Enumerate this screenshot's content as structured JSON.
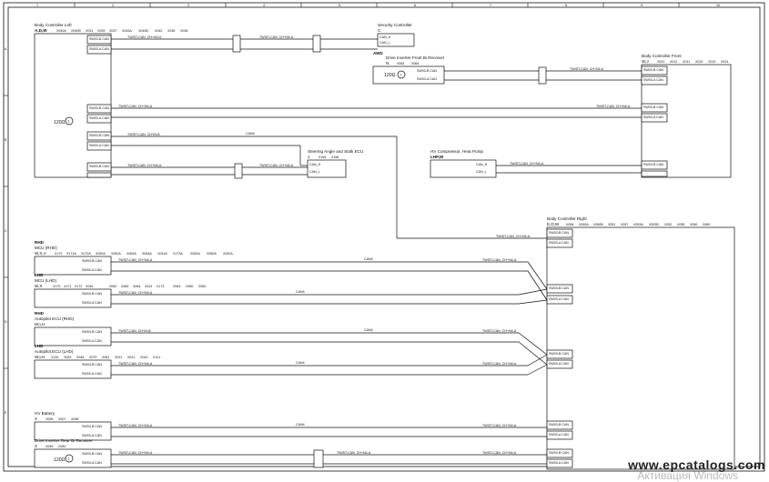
{
  "grid": {
    "cols": [
      "1",
      "2",
      "3",
      "4",
      "5",
      "6",
      "7",
      "8",
      "9",
      "10"
    ],
    "rows": [
      "A",
      "B",
      "C",
      "D",
      "E"
    ]
  },
  "modules": {
    "bcl": {
      "title": "Body Controller Left",
      "conn": "A,D,W",
      "pins": [
        "X040A",
        "X040B",
        "X031",
        "X039",
        "X037",
        "X043A",
        "X043B",
        "X042",
        "X035",
        "X036"
      ]
    },
    "sec": {
      "title": "Security Controller",
      "conn": "C"
    },
    "awd": {
      "tag": "AWD",
      "title": "Drive Inverter Front Bi Receiver",
      "conn": "N",
      "pins": [
        "X063",
        "X064"
      ]
    },
    "bcf": {
      "title": "Body Controller Front",
      "conn": "W,J",
      "pins": [
        "X021",
        "X012",
        "X011",
        "X010",
        "X015",
        "X014"
      ]
    },
    "sas": {
      "title": "Steering Angle and Stalk ECU",
      "conn": "J",
      "pins": [
        "X154",
        "X156"
      ]
    },
    "hvc": {
      "title": "HV Compressor, Heat Pump",
      "conn": "LHP,W"
    },
    "bcr": {
      "title": "Body Controller Right",
      "conn": "E,D,W",
      "pins": [
        "X056",
        "X050A",
        "X050B",
        "X051",
        "X057",
        "X053A",
        "X053B",
        "X052",
        "X055",
        "X050",
        "X060"
      ]
    },
    "mcu_rhd": {
      "tag": "RHD",
      "title": "MCU (RHD)",
      "conn": "W,X,A",
      "pins": [
        "X170",
        "X171A",
        "X172A",
        "X040A",
        "X062A",
        "X063A",
        "X064A",
        "X031A",
        "X173A",
        "X063A",
        "X050A",
        "X052A"
      ]
    },
    "mcu_lhd": {
      "tag": "LHD",
      "title": "MCU (LHD)",
      "conn": "W,X",
      "pins": [
        "X170",
        "X171",
        "X172",
        "X040",
        "X062",
        "X063",
        "X064",
        "X031",
        "X173",
        "X063",
        "X050",
        "X052"
      ]
    },
    "ap_rhd": {
      "tag": "RHD",
      "title": "Autopilot ECU (RHD)",
      "conn": "W,LH"
    },
    "ap_lhd": {
      "tag": "LHD",
      "title": "Autopilot ECU (LHD)",
      "conn": "W,LH",
      "pins": [
        "X120",
        "X093",
        "X048",
        "X070",
        "X061",
        "X021",
        "X021",
        "X043",
        "X121"
      ]
    },
    "hvb": {
      "title": "HV Battery",
      "conn": "X",
      "pins": [
        "X005",
        "X007",
        "X098"
      ]
    },
    "dir": {
      "title": "Drive Inverter Rear Bi Receiver",
      "conn": "X",
      "pins": [
        "X049",
        "X081"
      ]
    }
  },
  "terminations": [
    {
      "label": "120Ω",
      "num": "1"
    },
    {
      "label": "120Ω",
      "num": "1"
    },
    {
      "label": "120Ω",
      "num": "1"
    }
  ],
  "wire_labels": {
    "twisted": "TWIST-CAN_CH+N4-A",
    "twisted_b": "TWIST-CAN_CHYN-B"
  },
  "pin_texts": {
    "can_h": "CAN_H",
    "can_l": "CAN_L",
    "pin_a": "SW03-B CAN",
    "pin_b": "SW03-A CAN",
    "split": "CAN4"
  },
  "watermark": {
    "site": "www.epcatalogs.com",
    "os": "Активация Windows"
  }
}
